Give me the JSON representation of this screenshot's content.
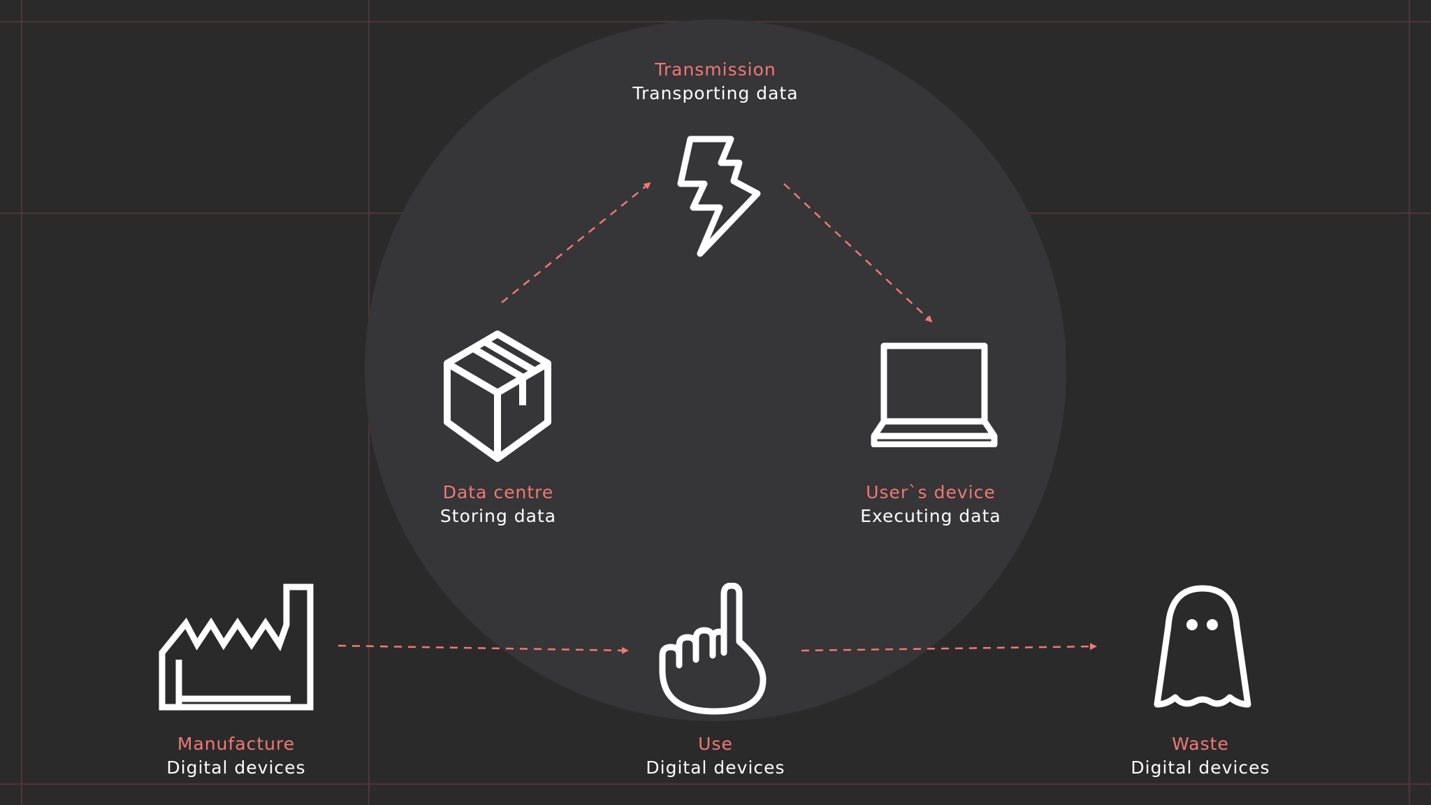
{
  "colors": {
    "background": "#2b2a2b",
    "circle": "#363538",
    "accent": "#f07a72",
    "icon": "#ffffff",
    "guide": "#5a3a38"
  },
  "nodes": {
    "transmission": {
      "title": "Transmission",
      "subtitle": "Transporting data",
      "icon": "lightning-icon"
    },
    "data_centre": {
      "title": "Data centre",
      "subtitle": "Storing data",
      "icon": "box-icon"
    },
    "users_device": {
      "title": "User`s device",
      "subtitle": "Executing data",
      "icon": "laptop-icon"
    },
    "manufacture": {
      "title": "Manufacture",
      "subtitle": "Digital devices",
      "icon": "factory-icon"
    },
    "use": {
      "title": "Use",
      "subtitle": "Digital devices",
      "icon": "pointing-hand-icon"
    },
    "waste": {
      "title": "Waste",
      "subtitle": "Digital devices",
      "icon": "ghost-icon"
    }
  }
}
